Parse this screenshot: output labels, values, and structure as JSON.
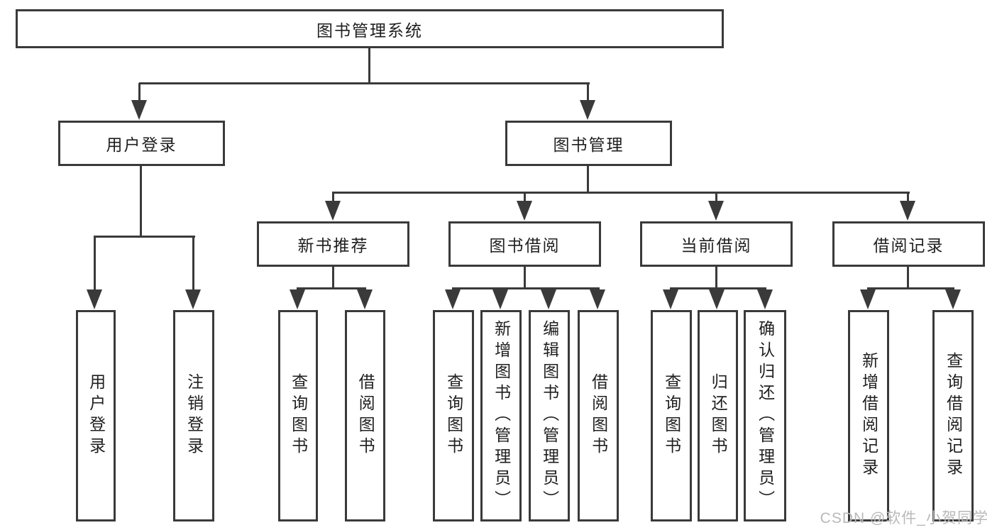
{
  "diagram": {
    "type": "hierarchy-flowchart",
    "root": "图书管理系统",
    "structure": {
      "图书管理系统": {
        "用户登录": [
          "用户登录",
          "注销登录"
        ],
        "图书管理": {
          "新书推荐": [
            "查询图书",
            "借阅图书"
          ],
          "图书借阅": [
            "查询图书",
            "新增图书（管理员）",
            "编辑图书（管理员）",
            "借阅图书"
          ],
          "当前借阅": [
            "查询图书",
            "归还图书",
            "确认归还（管理员）"
          ],
          "借阅记录": [
            "新增借阅记录",
            "查询借阅记录"
          ]
        }
      }
    }
  },
  "nodes": {
    "root": "图书管理系统",
    "user_login": "用户登录",
    "book_mgmt": "图书管理",
    "new_book_rec": "新书推荐",
    "book_borrow": "图书借阅",
    "current_borrow": "当前借阅",
    "borrow_record": "借阅记录",
    "ul_login": "用户登录",
    "ul_logout": "注销登录",
    "nbr_query": "查询图书",
    "nbr_borrow": "借阅图书",
    "bb_query": "查询图书",
    "bb_add": "新增图书（管理员）",
    "bb_edit": "编辑图书（管理员）",
    "bb_borrow": "借阅图书",
    "cb_query": "查询图书",
    "cb_return": "归还图书",
    "cb_confirm": "确认归还（管理员）",
    "br_add": "新增借阅记录",
    "br_query": "查询借阅记录"
  },
  "watermark": {
    "text": "CSDN @软件_小贺同学"
  },
  "colors": {
    "line": "#3a3a3a",
    "text": "#1f1f1f",
    "watermark": "#b9b9b9",
    "background": "#ffffff"
  }
}
